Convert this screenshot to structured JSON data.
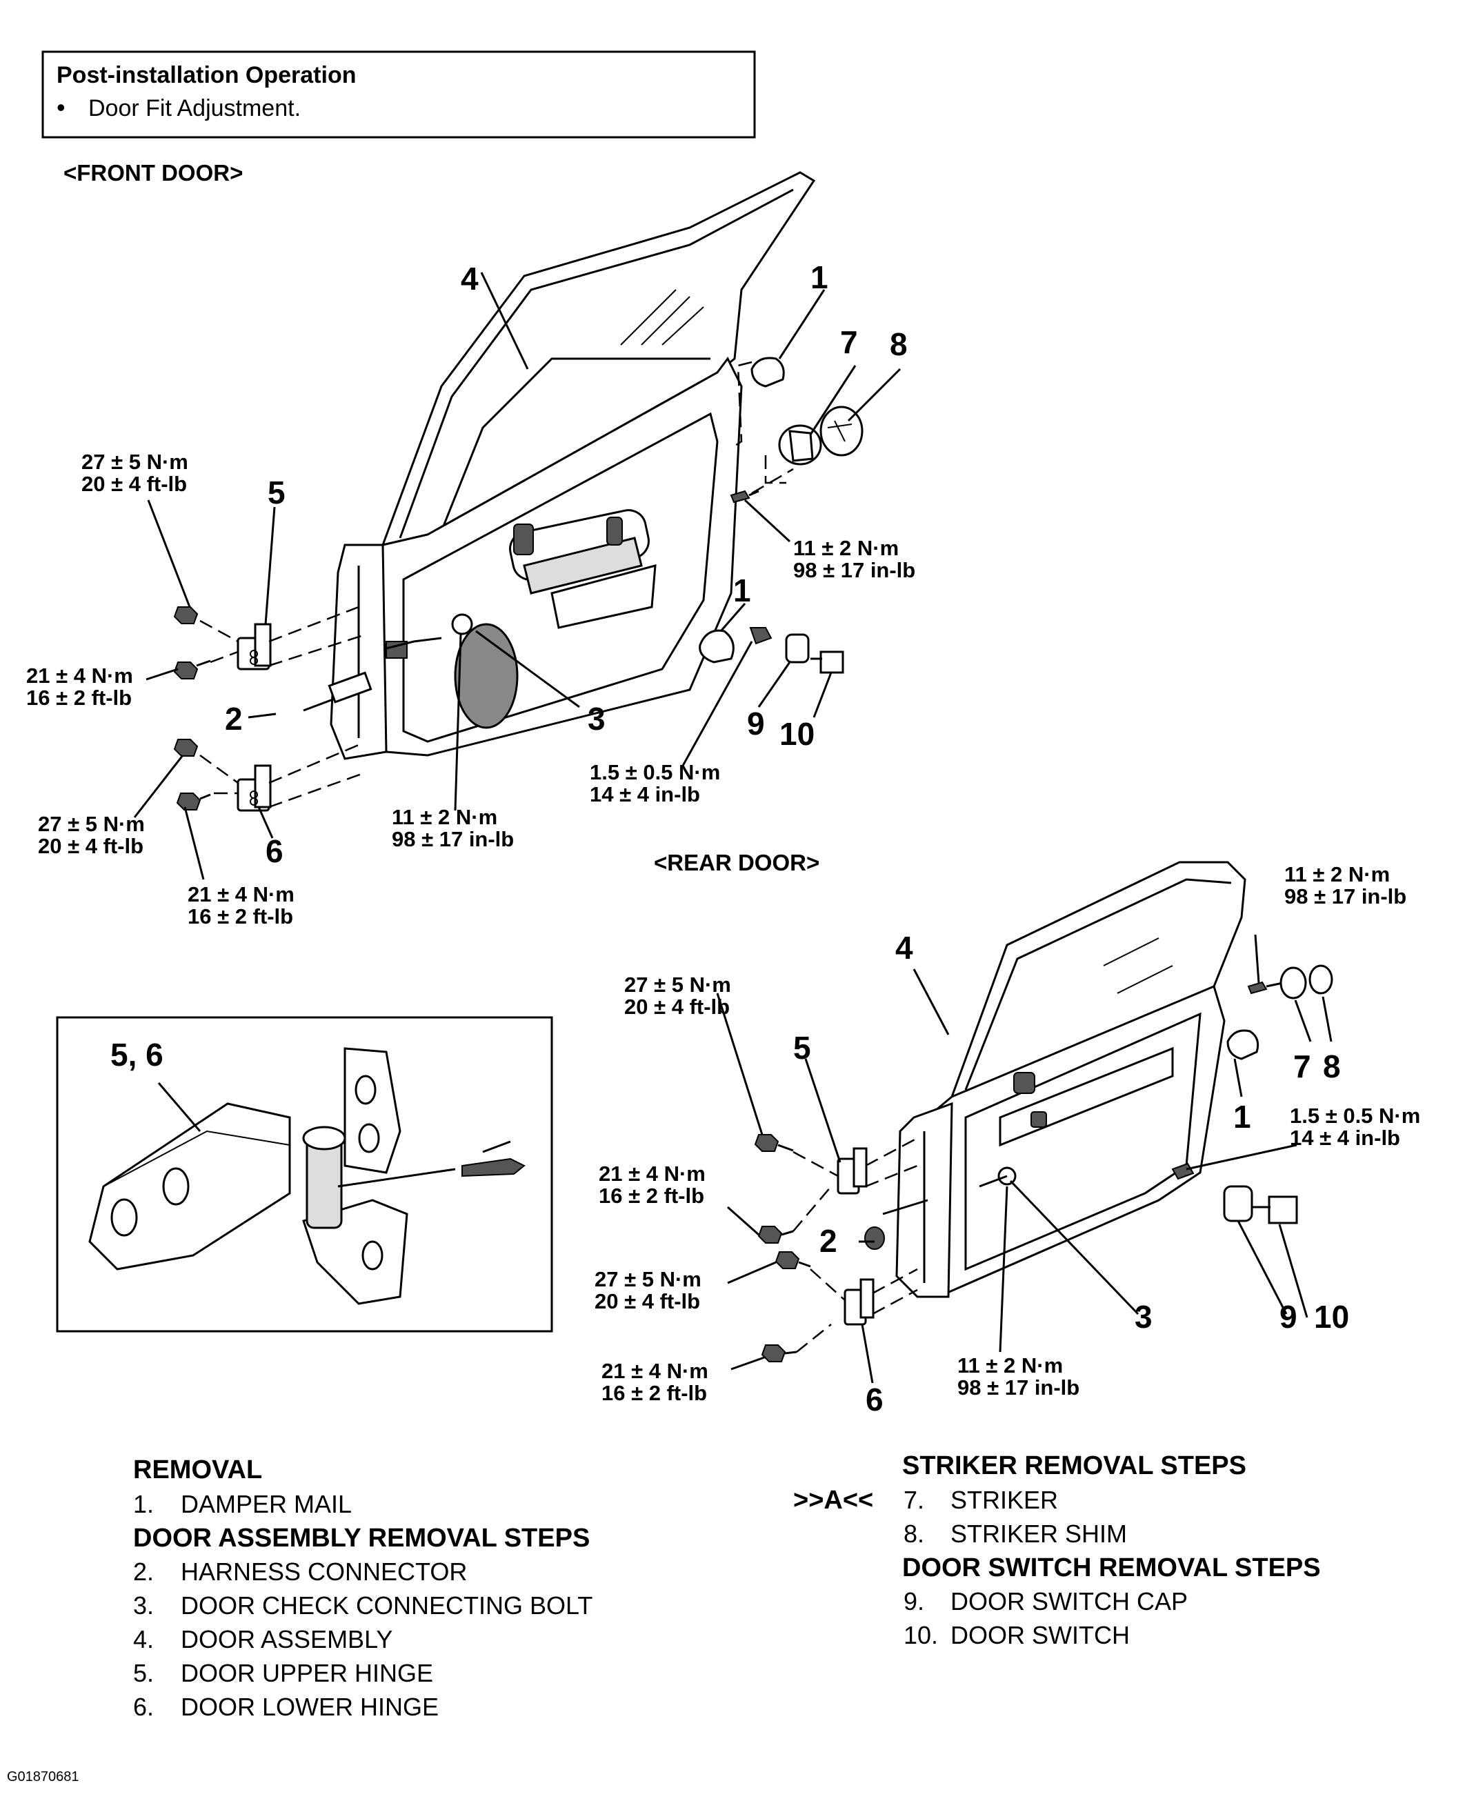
{
  "note_box": {
    "title": "Post-installation Operation",
    "bullet": "•",
    "item": "Door Fit Adjustment."
  },
  "views": {
    "front": "<FRONT DOOR>",
    "rear": "<REAR DOOR>"
  },
  "front_callouts": {
    "door_assembly": "4",
    "damper_mail_upper": "1",
    "striker": "7",
    "striker_shim": "8",
    "upper_hinge": "5",
    "harness_connector": "2",
    "check_bolt": "3",
    "damper_mail_lower": "1",
    "switch_cap": "9",
    "switch": "10",
    "lower_hinge": "6"
  },
  "front_torques": {
    "upper_hinge_body": [
      "27 ± 5 N·m",
      "20 ± 4 ft-lb"
    ],
    "upper_hinge_door": [
      "21 ± 4 N·m",
      "16 ± 2 ft-lb"
    ],
    "lower_hinge_body": [
      "27 ± 5 N·m",
      "20 ± 4 ft-lb"
    ],
    "lower_hinge_door": [
      "21 ± 4 N·m",
      "16 ± 2 ft-lb"
    ],
    "check_bolt": [
      "11 ± 2 N·m",
      "98 ± 17 in-lb"
    ],
    "striker": [
      "11 ± 2 N·m",
      "98 ± 17 in-lb"
    ],
    "switch": [
      "1.5 ± 0.5 N·m",
      "14 ± 4 in-lb"
    ]
  },
  "rear_callouts": {
    "door_assembly": "4",
    "upper_hinge": "5",
    "harness_connector": "2",
    "lower_hinge": "6",
    "check_bolt": "3",
    "damper_mail": "1",
    "striker": "7",
    "striker_shim": "8",
    "switch_cap": "9",
    "switch": "10"
  },
  "rear_torques": {
    "striker": [
      "11 ± 2 N·m",
      "98 ± 17 in-lb"
    ],
    "upper_hinge_body": [
      "27 ± 5 N·m",
      "20 ± 4 ft-lb"
    ],
    "upper_hinge_door": [
      "21 ± 4 N·m",
      "16 ± 2 ft-lb"
    ],
    "lower_hinge_body": [
      "27 ± 5 N·m",
      "20 ± 4 ft-lb"
    ],
    "lower_hinge_door": [
      "21 ± 4 N·m",
      "16 ± 2 ft-lb"
    ],
    "check_bolt": [
      "11 ± 2 N·m",
      "98 ± 17 in-lb"
    ],
    "switch": [
      "1.5 ± 0.5 N·m",
      "14 ± 4 in-lb"
    ]
  },
  "detail": {
    "label": "5, 6"
  },
  "removal": {
    "heading": "REMOVAL",
    "item1_num": "1.",
    "item1": "DAMPER MAIL",
    "door_steps_heading": "DOOR ASSEMBLY REMOVAL STEPS",
    "door_steps": [
      {
        "num": "2.",
        "text": "HARNESS CONNECTOR"
      },
      {
        "num": "3.",
        "text": "DOOR CHECK CONNECTING BOLT"
      },
      {
        "num": "4.",
        "text": "DOOR ASSEMBLY"
      },
      {
        "num": "5.",
        "text": "DOOR UPPER HINGE"
      },
      {
        "num": "6.",
        "text": "DOOR LOWER HINGE"
      }
    ],
    "striker_heading": "STRIKER REMOVAL STEPS",
    "striker_marker": ">>A<<",
    "striker_steps": [
      {
        "num": "7.",
        "text": "STRIKER"
      },
      {
        "num": "8.",
        "text": "STRIKER SHIM"
      }
    ],
    "switch_heading": "DOOR SWITCH REMOVAL STEPS",
    "switch_steps": [
      {
        "num": "9.",
        "text": "DOOR SWITCH CAP"
      },
      {
        "num": "10.",
        "text": "DOOR SWITCH"
      }
    ]
  },
  "figure_id": "G01870681"
}
